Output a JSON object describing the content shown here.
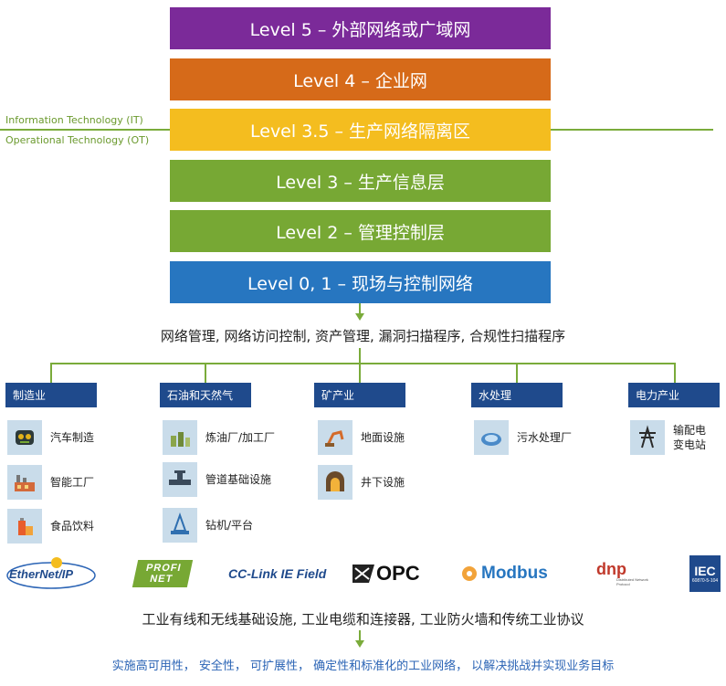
{
  "levels": [
    {
      "label": "Level 5 – 外部网络或广域网",
      "color": "#7b2a99"
    },
    {
      "label": "Level 4 – 企业网",
      "color": "#d66a19"
    },
    {
      "label": "Level 3.5 – 生产网络隔离区",
      "color": "#f4bd1f"
    },
    {
      "label": "Level 3 – 生产信息层",
      "color": "#77a834"
    },
    {
      "label": "Level 2 – 管理控制层",
      "color": "#77a834"
    },
    {
      "label": "Level 0, 1 – 现场与控制网络",
      "color": "#2776c0"
    }
  ],
  "boundary": {
    "it_label": "Information Technology (IT)",
    "ot_label": "Operational Technology (OT)"
  },
  "services_caption": "网络管理, 网络访问控制, 资产管理, 漏洞扫描程序, 合规性扫描程序",
  "industries": [
    {
      "title": "制造业",
      "items": [
        {
          "label": "汽车制造",
          "icon": "robot-arm-icon"
        },
        {
          "label": "智能工厂",
          "icon": "factory-icon"
        },
        {
          "label": "食品饮料",
          "icon": "food-beverage-icon"
        }
      ]
    },
    {
      "title": "石油和天然气",
      "items": [
        {
          "label": "炼油厂/加工厂",
          "icon": "refinery-icon"
        },
        {
          "label": "管道基础设施",
          "icon": "pipeline-valve-icon"
        },
        {
          "label": "钻机/平台",
          "icon": "drilling-rig-icon"
        }
      ]
    },
    {
      "title": "矿产业",
      "items": [
        {
          "label": "地面设施",
          "icon": "excavator-icon"
        },
        {
          "label": "井下设施",
          "icon": "mine-tunnel-icon"
        }
      ]
    },
    {
      "title": "水处理",
      "items": [
        {
          "label": "污水处理厂",
          "icon": "water-treatment-icon"
        }
      ]
    },
    {
      "title": "电力产业",
      "items": [
        {
          "label": "输配电\n变电站",
          "icon": "transmission-tower-icon"
        }
      ]
    }
  ],
  "protocol_logos": [
    {
      "name": "EtherNet/IP",
      "text": "EtherNet/IP"
    },
    {
      "name": "PROFINET",
      "text": "PROFI NET"
    },
    {
      "name": "CC-Link IE Field",
      "text": "CC-Link IE Field"
    },
    {
      "name": "OPC",
      "text": "OPC"
    },
    {
      "name": "Modbus",
      "text": "Modbus"
    },
    {
      "name": "DNP",
      "text": "dnp",
      "sub": "Distributed Network Protocol"
    },
    {
      "name": "IEC",
      "text": "IEC",
      "sub": "60870-5-104"
    }
  ],
  "infrastructure_caption": "工业有线和无线基础设施, 工业电缆和连接器, 工业防火墙和传统工业协议",
  "goal_caption": "实施高可用性，  安全性，  可扩展性，  确定性和标准化的工业网络，  以解决挑战并实现业务目标"
}
